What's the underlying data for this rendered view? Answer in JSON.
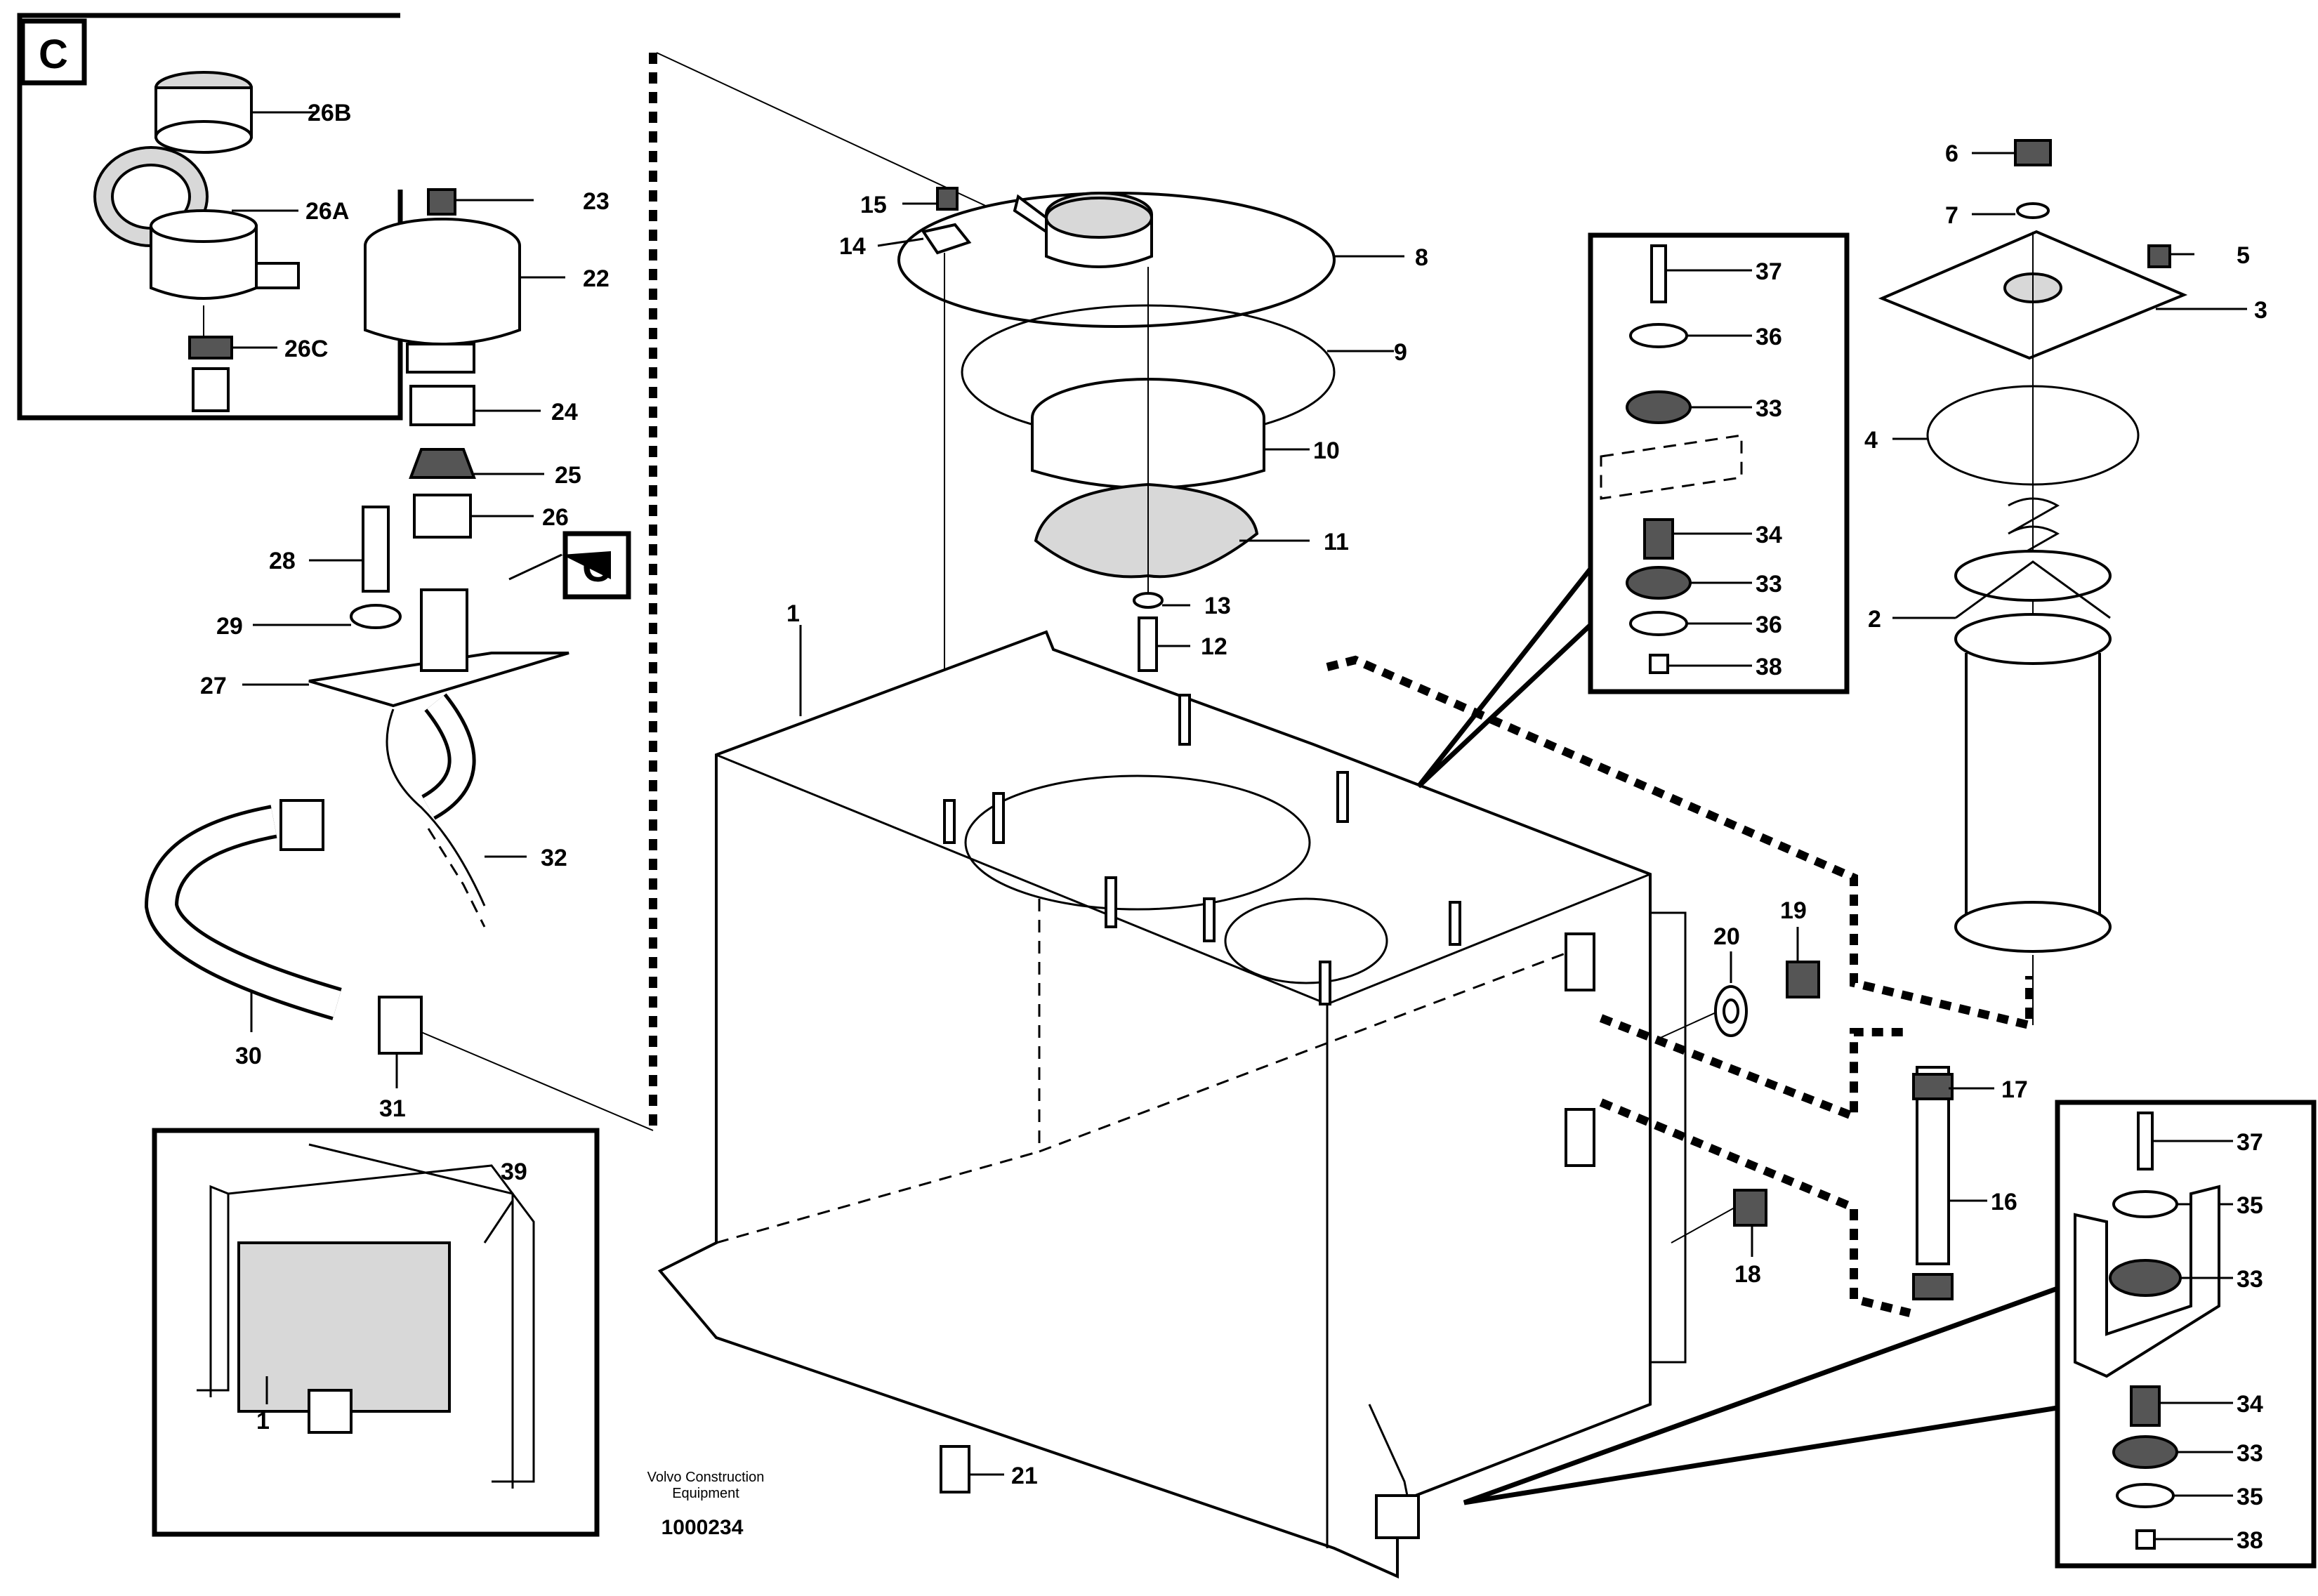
{
  "callout_letter": "C",
  "labels": {
    "l1": "1",
    "l1b": "1",
    "l2": "2",
    "l3": "3",
    "l4": "4",
    "l5": "5",
    "l6": "6",
    "l7": "7",
    "l8": "8",
    "l9": "9",
    "l10": "10",
    "l11": "11",
    "l12": "12",
    "l13": "13",
    "l14": "14",
    "l15": "15",
    "l16": "16",
    "l17": "17",
    "l18": "18",
    "l19": "19",
    "l20": "20",
    "l21": "21",
    "l22": "22",
    "l23": "23",
    "l24": "24",
    "l25": "25",
    "l26": "26",
    "l26a": "26A",
    "l26b": "26B",
    "l26c": "26C",
    "l27": "27",
    "l28": "28",
    "l29": "29",
    "l30": "30",
    "l31": "31",
    "l32": "32",
    "l39": "39",
    "r37": "37",
    "r36": "36",
    "r33": "33",
    "r34": "34",
    "r33b": "33",
    "r36b": "36",
    "r38": "38",
    "b37": "37",
    "b35": "35",
    "b33": "33",
    "b34": "34",
    "b33b": "33",
    "b35b": "35",
    "b38": "38"
  },
  "credit": {
    "line1": "Volvo Construction",
    "line2": "Equipment"
  },
  "doc_number": "1000234"
}
